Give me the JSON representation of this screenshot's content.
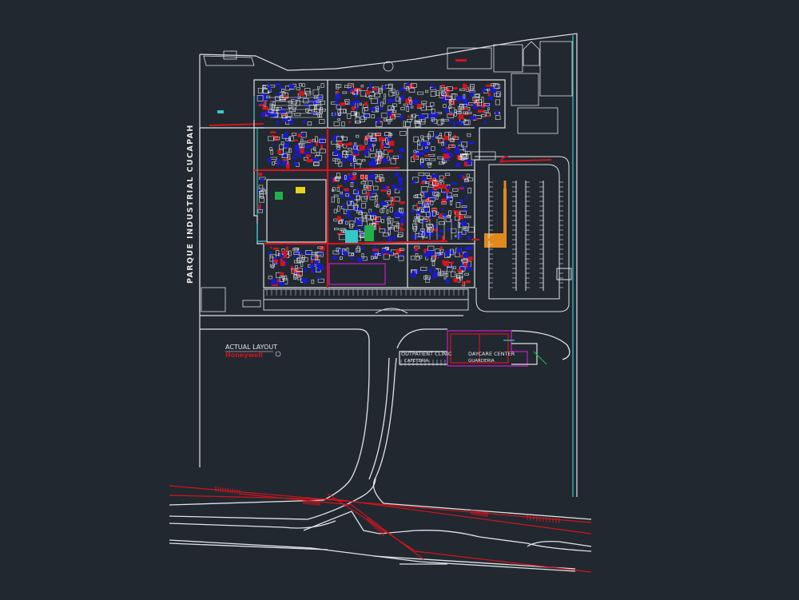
{
  "labels": {
    "park_name": "PARQUE INDUSTRIAL CUCAPAH",
    "layout_title": "ACTUAL LAYOUT",
    "company": "Honeywell",
    "outpatient_clinic": "OUTPATIENT CLINIC",
    "outpatient_clinic_sub": "CAFETERIA",
    "daycare_center": "DAYCARE CENTER",
    "daycare_sub": "GUARDERIA"
  },
  "colors": {
    "background": "#212830",
    "linework": "#dfe3e6",
    "road_red": "#d2141e",
    "accent_blue": "#1a1acd",
    "accent_cyan": "#37c8c8",
    "accent_orange": "#e08a1e",
    "accent_magenta": "#c41ec4",
    "accent_green": "#22b04a",
    "accent_yellow": "#e6d21e"
  }
}
